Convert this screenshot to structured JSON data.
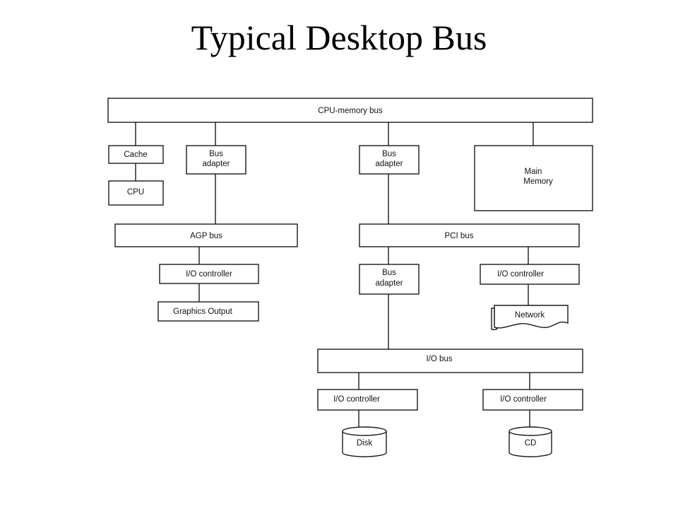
{
  "title": "Typical Desktop Bus",
  "nodes": {
    "cpu_memory_bus": "CPU-memory bus",
    "cache": "Cache",
    "cpu": "CPU",
    "bus_adapter_agp": [
      "Bus",
      "adapter"
    ],
    "bus_adapter_pci": [
      "Bus",
      "adapter"
    ],
    "main_memory": [
      "Main",
      "Memory"
    ],
    "agp_bus": "AGP bus",
    "pci_bus": "PCI bus",
    "io_controller_graphics": "I/O controller",
    "graphics_output": "Graphics Output",
    "bus_adapter_io": [
      "Bus",
      "adapter"
    ],
    "io_controller_network": "I/O controller",
    "network": "Network",
    "io_bus": "I/O bus",
    "io_controller_disk": "I/O controller",
    "io_controller_cd": "I/O controller",
    "disk": "Disk",
    "cd": "CD"
  }
}
